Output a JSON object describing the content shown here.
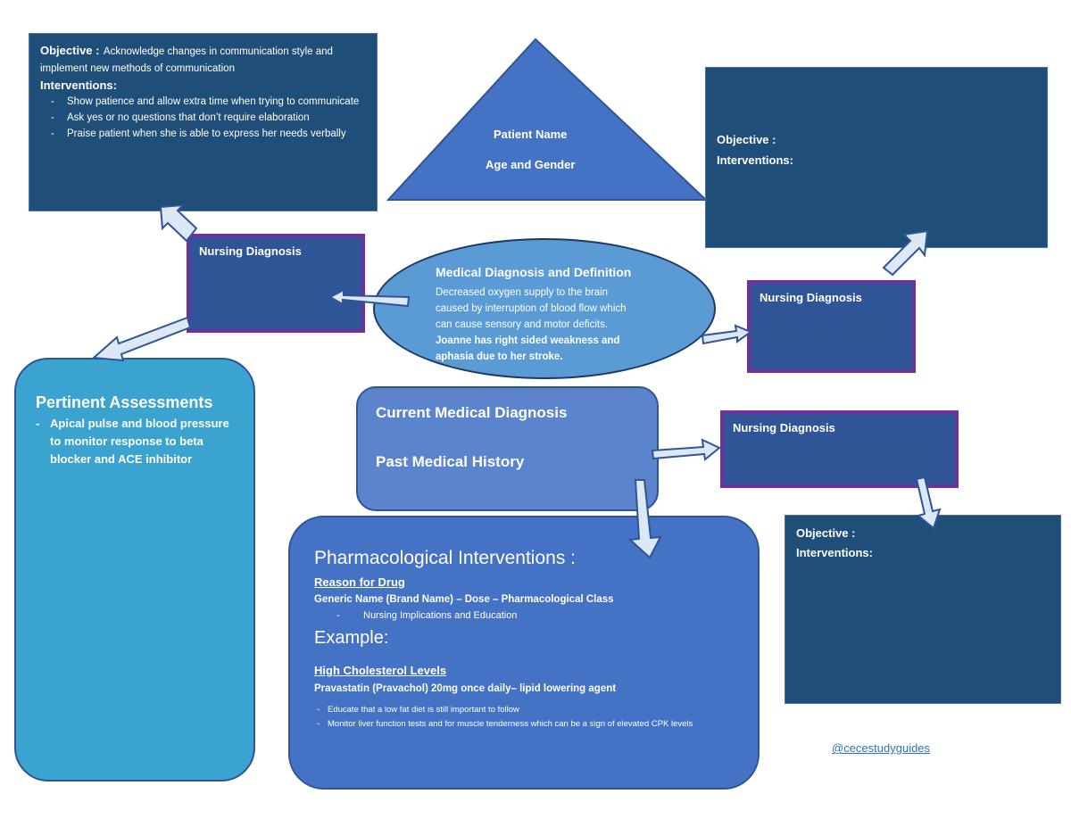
{
  "diagram": {
    "patient": {
      "line1": "Patient Name",
      "line2": "Age and Gender"
    },
    "medical_diagnosis": {
      "title": "Medical Diagnosis and Definition",
      "definition_lines": [
        "Decreased oxygen supply to the brain",
        "caused by interruption of blood flow which",
        "can cause sensory and motor deficits."
      ],
      "patient_lines": [
        "Joanne has right sided weakness and",
        "aphasia due to her stroke."
      ]
    },
    "objective_top_left": {
      "objective_label": "Objective :",
      "objective_text": "Acknowledge changes in communication style and implement new methods of communication",
      "interventions_label": "Interventions:",
      "interventions": [
        "Show patience and allow extra time when trying to communicate",
        "Ask yes or no questions that don’t require elaboration",
        "Praise patient when she is able to express her needs verbally"
      ]
    },
    "objective_top_right": {
      "objective_label": "Objective :",
      "interventions_label": "Interventions:"
    },
    "objective_bottom_right": {
      "objective_label": "Objective :",
      "interventions_label": "Interventions:"
    },
    "nursing_diagnoses": [
      {
        "label": "Nursing Diagnosis"
      },
      {
        "label": "Nursing Diagnosis"
      },
      {
        "label": "Nursing Diagnosis"
      }
    ],
    "pertinent_assessments": {
      "title": "Pertinent Assessments",
      "items": [
        "Apical pulse and blood pressure to monitor response to beta blocker and ACE inhibitor"
      ]
    },
    "current_medical": {
      "current_label": "Current Medical Diagnosis",
      "past_label": "Past Medical History"
    },
    "pharmacological": {
      "title": "Pharmacological Interventions :",
      "reason_label": "Reason for Drug",
      "format_line": "Generic Name (Brand Name) – Dose – Pharmacological Class",
      "format_sub_dash": "-",
      "format_sub": "Nursing Implications and Education",
      "example_label": "Example:",
      "example_reason": "High Cholesterol Levels",
      "example_drug": "Pravastatin (Pravachol) 20mg once daily– lipid lowering agent",
      "example_items": [
        "Educate that a low fat diet is still important to follow",
        "Monitor liver function tests and for muscle tenderness which can be a sign of elevated CPK levels"
      ]
    },
    "handle": "@cecestudyguides",
    "colors": {
      "objective_box": "#1f4e79",
      "nursing_box": "#2f5597",
      "nursing_border": "#7030a0",
      "triangle": "#4472c4",
      "ellipse": "#5b9bd5",
      "assessments": "#3aa3cf",
      "current_medical": "#5b84cc",
      "pharmacological": "#4472c4",
      "arrow_fill": "#dce8f5",
      "link": "#2e75b6"
    }
  }
}
